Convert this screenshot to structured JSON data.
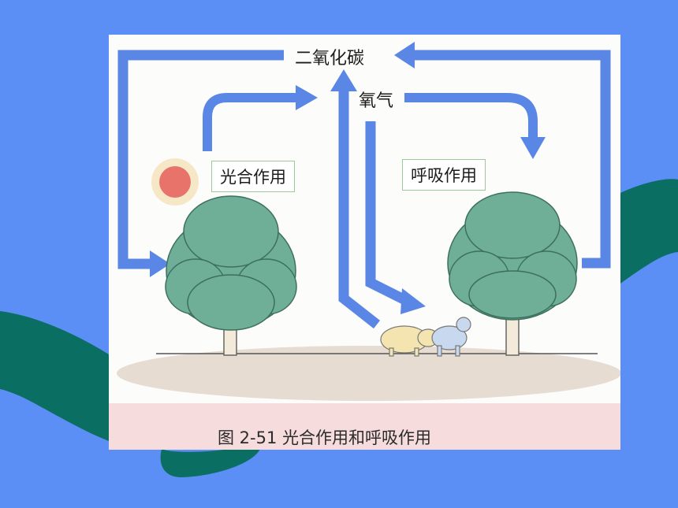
{
  "diagram": {
    "co2_label": "二氧化碳",
    "o2_label": "氧气",
    "photosynthesis_label": "光合作用",
    "respiration_label": "呼吸作用",
    "caption": "图 2-51    光合作用和呼吸作用"
  },
  "colors": {
    "background": "#5b8ff6",
    "decoration": "#0b6e62",
    "arrow": "#5a86e6",
    "tree_leaves": "#6fae97",
    "sun": "#e8736a",
    "caption_band": "#f6dcdc"
  }
}
